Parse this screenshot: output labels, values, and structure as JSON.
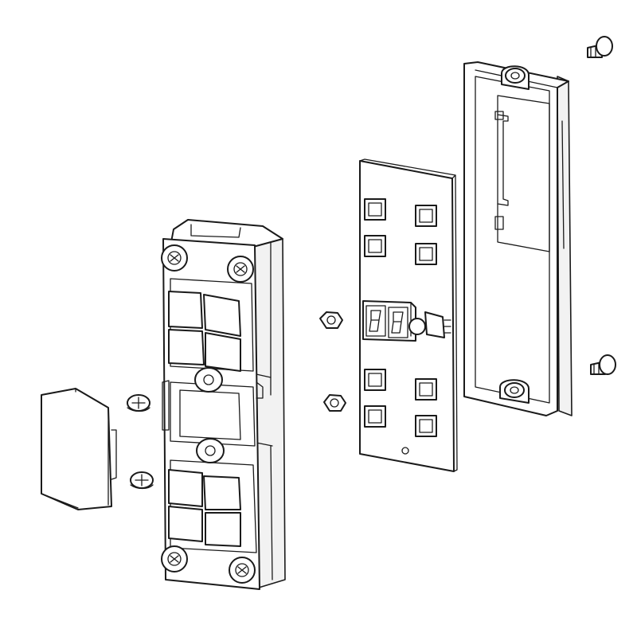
{
  "figure": {
    "kind": "exploded-assembly-drawing",
    "line_color": "#1a1a1a",
    "background_color": "#ffffff",
    "labels": []
  },
  "parts": {
    "end_cap": "end-cap-panel",
    "front_frame": "keypad-front-frame",
    "circuit_board": "keypad-circuit-board",
    "back_cover": "rear-housing-cover",
    "phillips_screws": 2,
    "hex_nuts": 2,
    "mounting_screws": 2,
    "key_buttons_on_frame": 8,
    "tactile_switches_on_board": 8,
    "seven_segment_digits": 2
  }
}
